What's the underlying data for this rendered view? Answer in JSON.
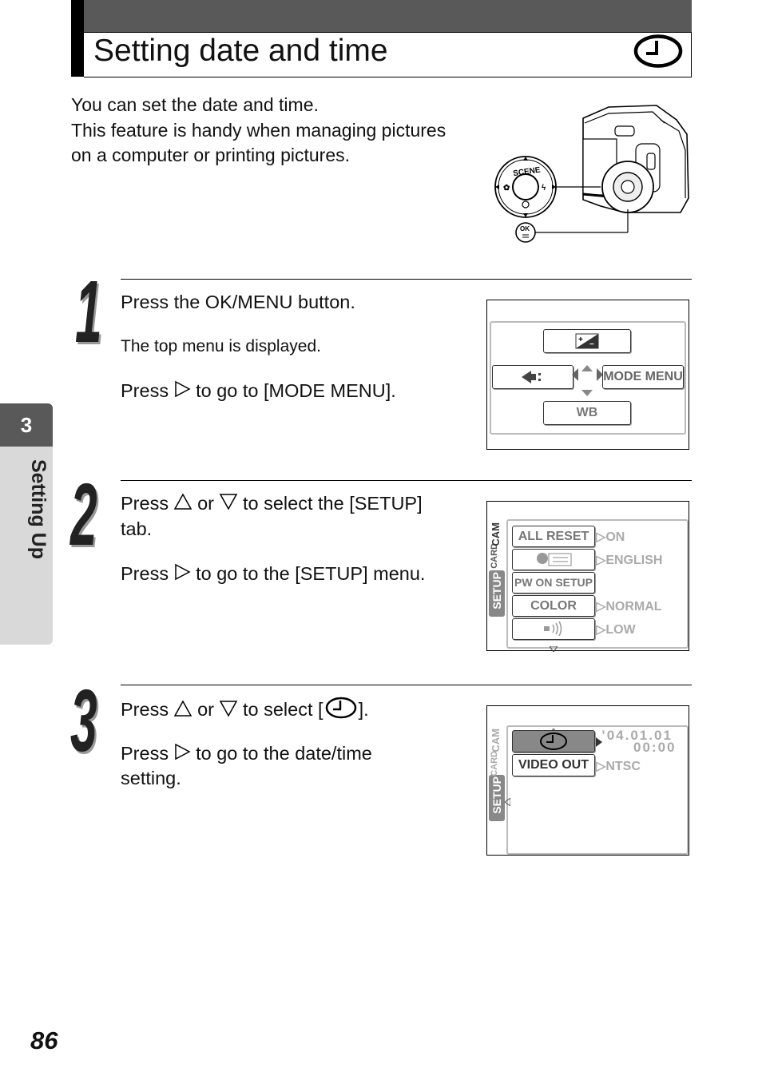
{
  "header": {
    "title": "Setting date and time",
    "icon": "clock-icon"
  },
  "intro": [
    "You can set the date and time.",
    "This feature is handy when managing pictures",
    "on a computer or printing pictures."
  ],
  "camera": {
    "dial_label": "SCENE",
    "ok_label": "OK"
  },
  "steps": [
    {
      "number": "1",
      "line1": "Press the OK/MENU button.",
      "note": "The top menu is displayed.",
      "line2_a": "Press",
      "line2_b": "to go to [MODE MENU]."
    },
    {
      "number": "2",
      "line1_a": "Press",
      "line1_or": "or",
      "line1_b": "to select the [SETUP]",
      "line1_c": "tab.",
      "line2_a": "Press",
      "line2_b": "to go to the [SETUP] menu."
    },
    {
      "number": "3",
      "line1_a": "Press",
      "line1_or": "or",
      "line1_b": "to select [",
      "line1_c": "].",
      "line2_a": "Press",
      "line2_b": "to go to the date/time",
      "line2_c": "setting."
    }
  ],
  "screen1": {
    "mode_menu": "MODE MENU",
    "wb": "WB"
  },
  "screen2": {
    "tabs": {
      "setup": "SETUP",
      "card": "CARD",
      "cam": "CAM"
    },
    "rows": [
      {
        "label": "ALL RESET",
        "value": "ON"
      },
      {
        "label": "",
        "value": "ENGLISH"
      },
      {
        "label": "PW ON SETUP",
        "value": ""
      },
      {
        "label": "COLOR",
        "value": "NORMAL"
      },
      {
        "label": "",
        "value": "LOW"
      }
    ]
  },
  "screen3": {
    "tabs": {
      "setup": "SETUP",
      "card": "CARD",
      "cam": "CAM"
    },
    "date": "’04.01.01",
    "time": "00:00",
    "video_out": "VIDEO OUT",
    "video_value": "NTSC"
  },
  "side_tab": {
    "number": "3",
    "label": "Setting Up"
  },
  "page_number": "86"
}
